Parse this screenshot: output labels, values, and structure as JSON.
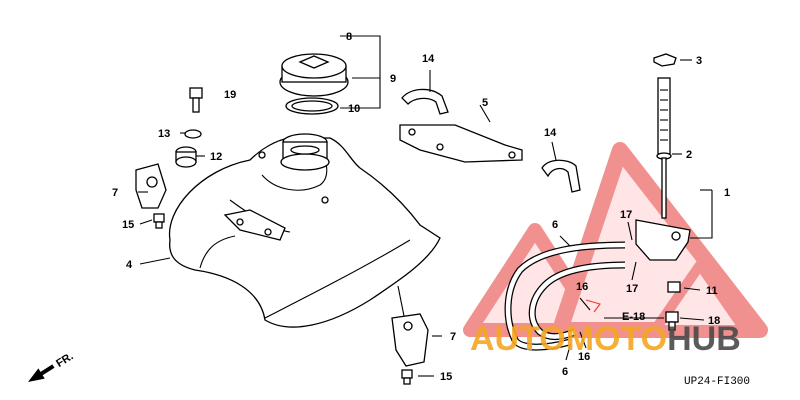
{
  "diagram": {
    "callouts": [
      "1",
      "2",
      "3",
      "4",
      "5",
      "6",
      "6",
      "7",
      "7",
      "8",
      "9",
      "10",
      "11",
      "12",
      "13",
      "14",
      "14",
      "15",
      "15",
      "16",
      "16",
      "17",
      "17",
      "18",
      "19"
    ],
    "reference_label": "E-18",
    "front_marker": "FR.",
    "drawing_code": "UP24-FI300"
  },
  "watermark": {
    "text_part1": "AUTO",
    "text_part2": "MOTO",
    "text_part3": "HUB",
    "colors": {
      "red": "#e53935",
      "orange": "#f5a623",
      "gray": "#4a4a4a"
    }
  }
}
